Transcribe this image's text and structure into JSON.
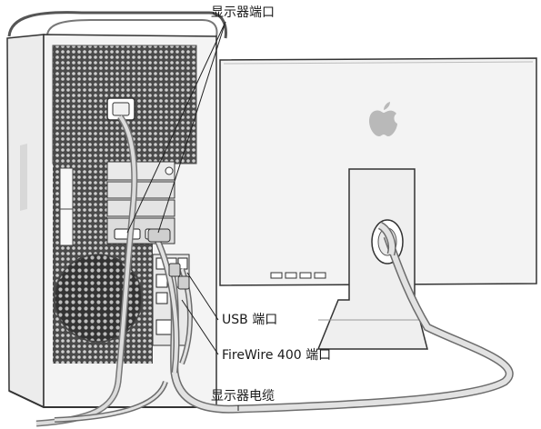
{
  "labels": {
    "display_ports": "显示器端口",
    "usb_port": "USB 端口",
    "firewire_port": "FireWire 400 端口",
    "display_cable": "显示器电缆"
  },
  "icons": {
    "computer": "mac-pro-tower-icon",
    "display": "apple-display-icon",
    "logo": "apple-logo-icon"
  },
  "colors": {
    "line": "#222222",
    "cable": "#8a8a8a",
    "cable_light": "#d9d9d9",
    "case": "#f2f2f2",
    "mesh": "#3c3c3c"
  }
}
